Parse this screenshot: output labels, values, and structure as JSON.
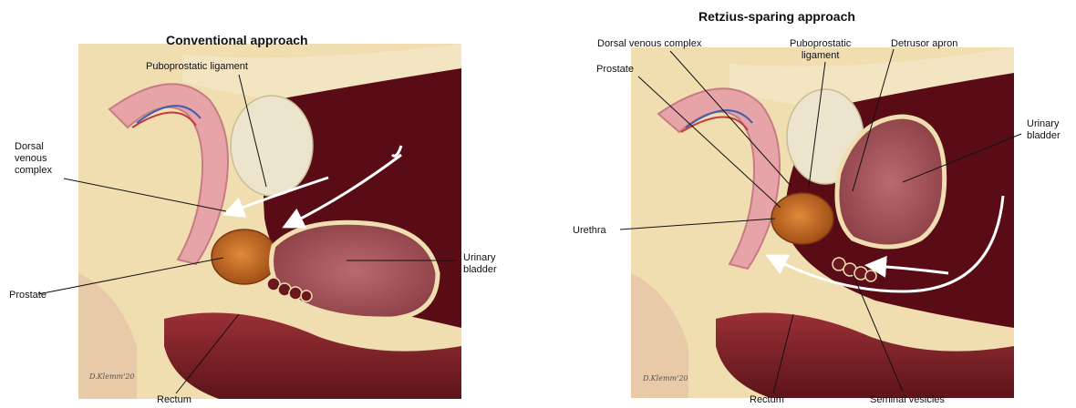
{
  "left_panel": {
    "title": "Conventional approach",
    "labels": {
      "puboprostatic_ligament": "Puboprostatic ligament",
      "dorsal_venous_complex": "Dorsal\nvenous\ncomplex",
      "prostate": "Prostate",
      "urinary_bladder": "Urinary\nbladder",
      "rectum": "Rectum"
    },
    "signature": "D.Klemm'20"
  },
  "right_panel": {
    "title": "Retzius-sparing approach",
    "labels": {
      "dorsal_venous_complex": "Dorsal venous complex",
      "prostate": "Prostate",
      "puboprostatic_ligament": "Puboprostatic\nligament",
      "detrusor_apron": "Detrusor apron",
      "urinary_bladder": "Urinary\nbladder",
      "urethra": "Urethra",
      "rectum": "Rectum",
      "seminal_vesicles": "Seminal vesicles"
    },
    "signature": "D.Klemm'20"
  },
  "colors": {
    "cavity": "#5a0c16",
    "fat": "#f0ddb0",
    "skin": "#e8c9a8",
    "bone": "#e6a3a8",
    "bladder": "#a0545a",
    "prostate": "#c8661e",
    "rectum": "#7a1f24",
    "arrow": "#ffffff"
  }
}
